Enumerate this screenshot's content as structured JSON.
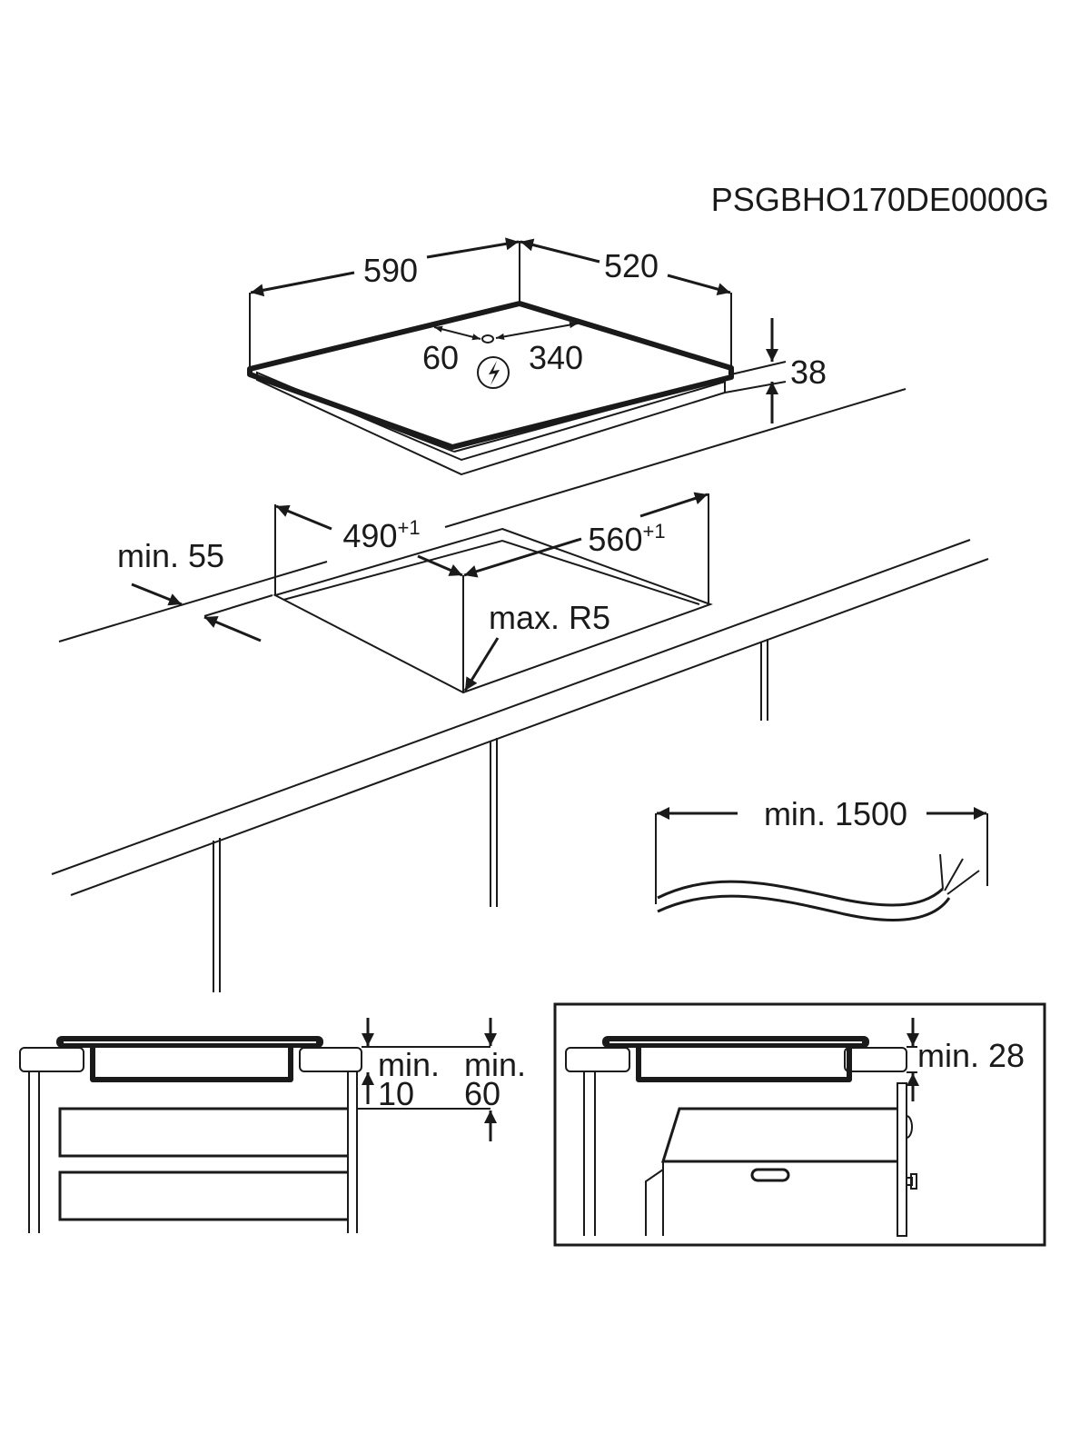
{
  "model_code": "PSGBHO170DE0000G",
  "hob": {
    "width": "590",
    "depth": "520",
    "height": "38",
    "connection_offset_left": "60",
    "connection_offset_right": "340",
    "electric_symbol": "lightning-icon"
  },
  "cutout": {
    "depth": "490",
    "depth_tolerance": "+1",
    "width": "560",
    "width_tolerance": "+1",
    "corner_radius": "max. R5",
    "front_distance": "min. 55"
  },
  "cable": {
    "length": "min. 1500"
  },
  "drawer_section": {
    "label_a_top": "min.",
    "label_a_value": "10",
    "label_b_top": "min.",
    "label_b_value": "60"
  },
  "oven_section": {
    "clearance": "min. 28"
  },
  "colors": {
    "ink": "#1a1a1a",
    "background": "#ffffff"
  }
}
